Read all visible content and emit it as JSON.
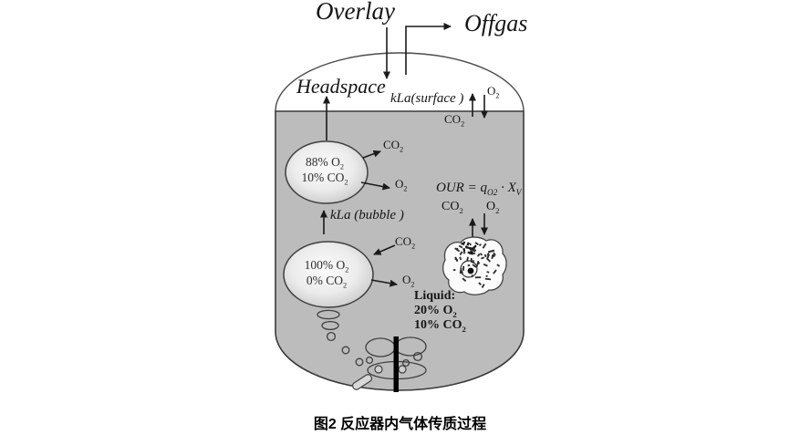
{
  "caption": "图2  反应器内气体传质过程",
  "labels": {
    "overlay": "Overlay",
    "offgas": "Offgas",
    "headspace": "Headspace",
    "kla_surface": "kLa(surface )",
    "kla_bubble": "kLa (bubble )",
    "our_equation": "OUR = q<sub>O2</sub> · X<sub>V</sub>",
    "o2": "O<sub>2</sub>",
    "co2": "CO<sub>2</sub>"
  },
  "upper_bubble": {
    "o2": "88% O<sub>2</sub>",
    "co2": "10% CO<sub>2</sub>"
  },
  "lower_bubble": {
    "o2": "100% O<sub>2</sub>",
    "co2": "0% CO<sub>2</sub>"
  },
  "liquid_phase": {
    "title": "Liquid:",
    "o2": "20% O<sub>2</sub>",
    "co2": "10% CO<sub>2</sub>"
  },
  "colors": {
    "liquid_fill": "#bcbcbc",
    "vessel_outline": "#3a3a3a",
    "ink": "#111111"
  }
}
